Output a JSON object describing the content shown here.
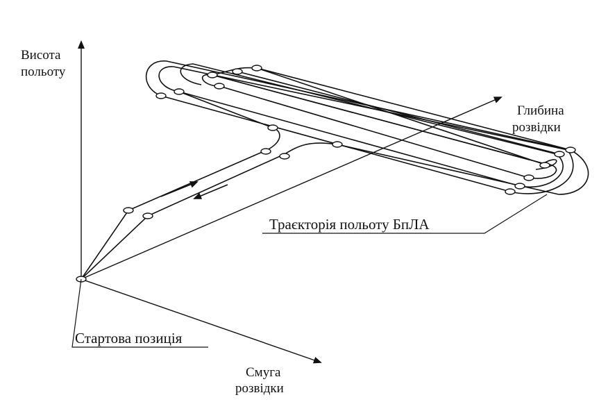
{
  "axes": {
    "height_label": [
      "Висота",
      "польоту"
    ],
    "depth_label": [
      "Глибина",
      "розвідки"
    ],
    "strip_label": [
      "Смуга",
      "розвідки"
    ]
  },
  "annotations": {
    "trajectory": "Траєкторія польоту БпЛА",
    "start": "Стартова позиція"
  },
  "colors": {
    "ink": "#111111",
    "background": "#ffffff"
  }
}
